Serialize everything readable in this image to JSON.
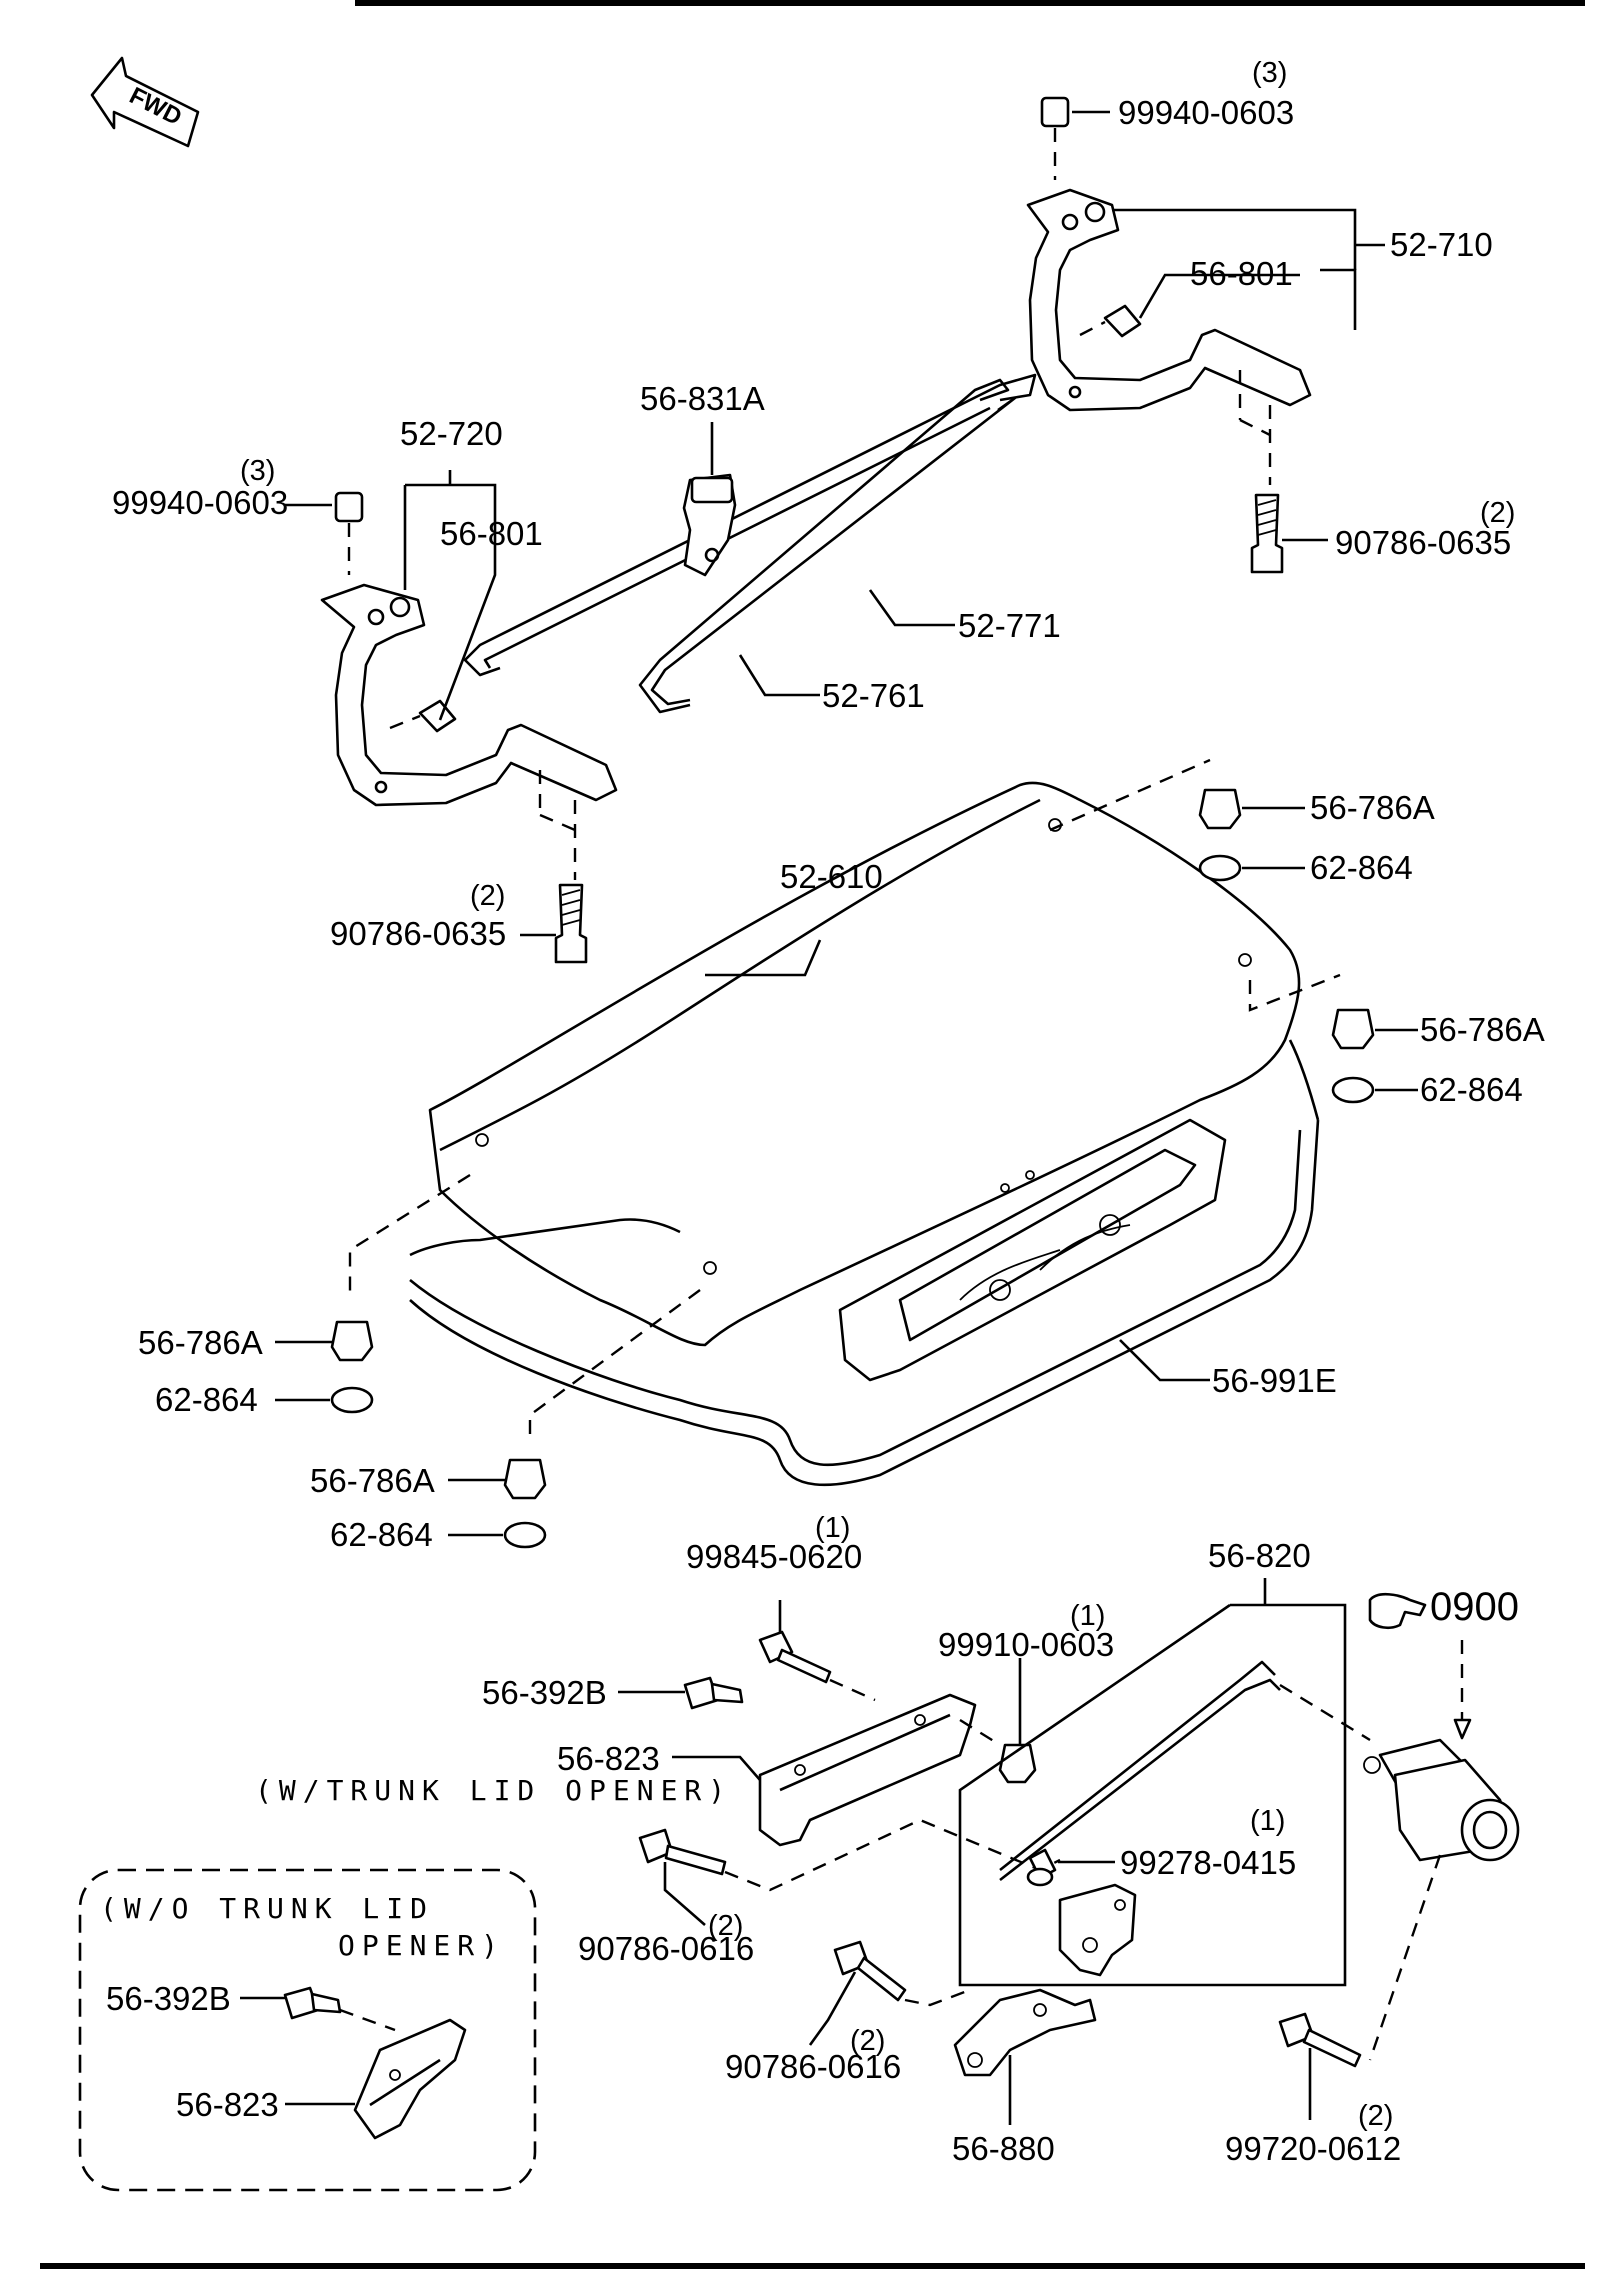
{
  "fwd_label": "FWD",
  "ref_label": "0900",
  "notes": {
    "with_opener": "(W/TRUNK LID OPENER)",
    "without_opener_line1": "(W/O TRUNK LID",
    "without_opener_line2": "OPENER)"
  },
  "labels": {
    "p99940_right": "99940-0603",
    "q99940_right": "(3)",
    "p52710": "52-710",
    "p56801_right": "56-801",
    "p90786_0635_right": "90786-0635",
    "q90786_0635_right": "(2)",
    "p52720": "52-720",
    "p99940_left": "99940-0603",
    "q99940_left": "(3)",
    "p56801_left": "56-801",
    "p56831a": "56-831A",
    "p52771": "52-771",
    "p52761": "52-761",
    "p90786_0635_left": "90786-0635",
    "q90786_0635_left": "(2)",
    "p52610": "52-610",
    "p56786a_1": "56-786A",
    "p62864_1": "62-864",
    "p56786a_2": "56-786A",
    "p62864_2": "62-864",
    "p56786a_3": "56-786A",
    "p62864_3": "62-864",
    "p56786a_4": "56-786A",
    "p62864_4": "62-864",
    "p56991e": "56-991E",
    "p99845": "99845-0620",
    "q99845": "(1)",
    "p56392b": "56-392B",
    "p56823": "56-823",
    "p99910": "99910-0603",
    "q99910": "(1)",
    "p56820": "56-820",
    "p99278": "99278-0415",
    "q99278": "(1)",
    "p90786_0616_a": "90786-0616",
    "q90786_0616_a": "(2)",
    "p90786_0616_b": "90786-0616",
    "q90786_0616_b": "(2)",
    "p56880": "56-880",
    "p99720": "99720-0612",
    "q99720": "(2)",
    "p56392b_wo": "56-392B",
    "p56823_wo": "56-823"
  }
}
